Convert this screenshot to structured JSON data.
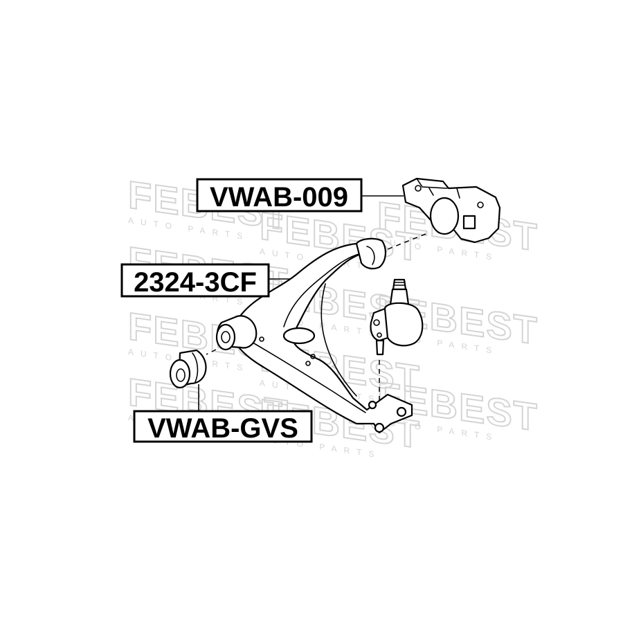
{
  "watermark": {
    "brand": "FEBEST",
    "tagline": "AUTO PARTS"
  },
  "labels": {
    "bushing_rear": "VWAB-009",
    "control_arm": "2324-3CF",
    "bushing_front": "VWAB-GVS"
  },
  "colors": {
    "ink": "#000000",
    "background": "#ffffff",
    "watermark": "#d9d9d9"
  }
}
